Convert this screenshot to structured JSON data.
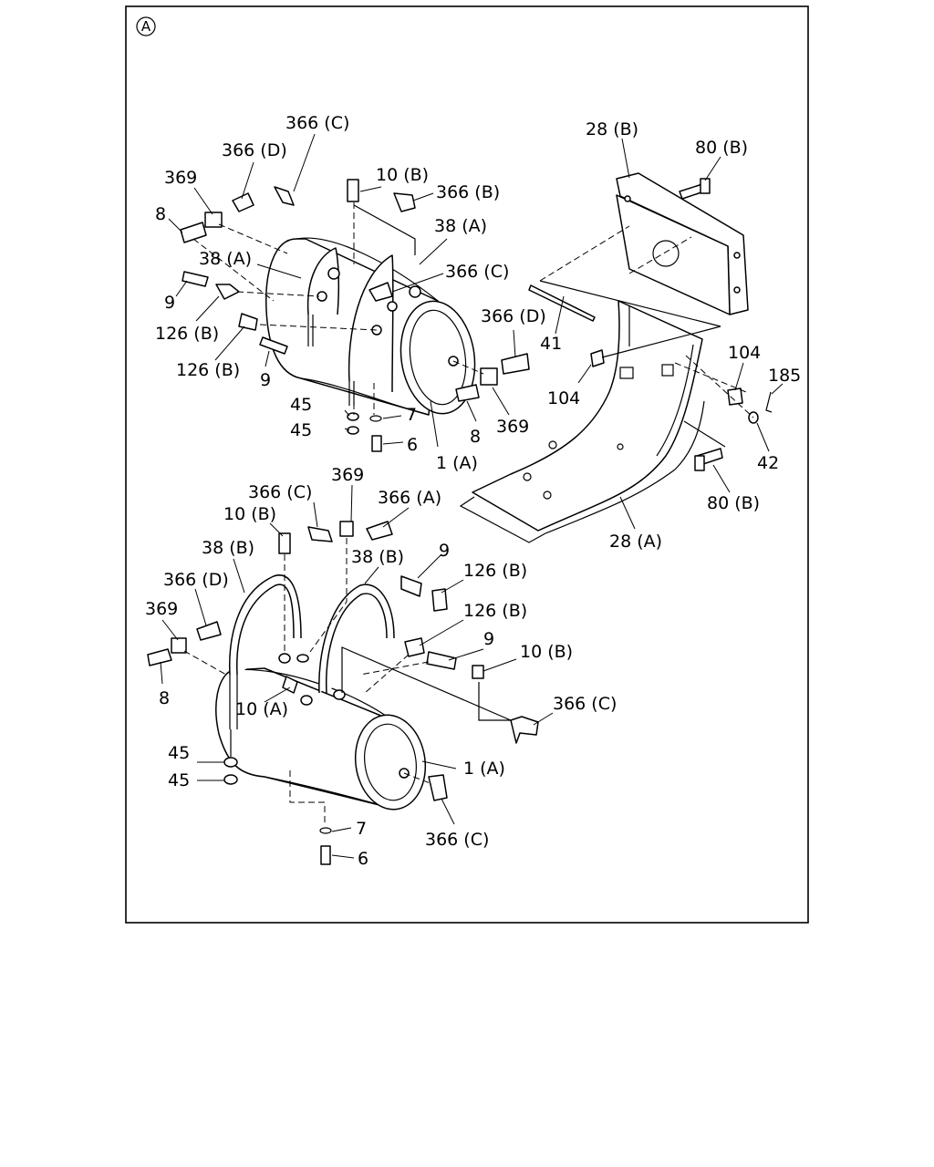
{
  "view_marker": "A",
  "labels": {
    "t1_366C": "366 (C)",
    "t1_366D": "366 (D)",
    "t1_369": "369",
    "t1_10B": "10 (B)",
    "t1_366B": "366 (B)",
    "t1_8": "8",
    "t1_38A_left": "38 (A)",
    "t1_38A_right": "38 (A)",
    "t1_366C_mid": "366 (C)",
    "t1_9_upper": "9",
    "t1_126B_upper": "126 (B)",
    "t1_126B_lower": "126 (B)",
    "t1_9_lower": "9",
    "t1_366D_end": "366 (D)",
    "t1_41": "41",
    "t1_8_end": "8",
    "t1_369_end": "369",
    "t1_45_a": "45",
    "t1_45_b": "45",
    "t1_7": "7",
    "t1_6": "6",
    "t1_1A": "1 (A)",
    "br_28B": "28 (B)",
    "br_80B_top": "80 (B)",
    "br_104_left": "104",
    "br_104_right": "104",
    "br_185": "185",
    "br_42": "42",
    "br_80B_bottom": "80 (B)",
    "br_28A": "28 (A)",
    "t2_369_top": "369",
    "t2_366C_top": "366 (C)",
    "t2_366A": "366 (A)",
    "t2_10B_top": "10 (B)",
    "t2_38B_left": "38 (B)",
    "t2_38B_right": "38 (B)",
    "t2_9_top": "9",
    "t2_366D": "366 (D)",
    "t2_126B_a": "126 (B)",
    "t2_126B_b": "126 (B)",
    "t2_369_left": "369",
    "t2_9_mid": "9",
    "t2_10B_right": "10 (B)",
    "t2_8": "8",
    "t2_10A": "10 (A)",
    "t2_366C_right": "366 (C)",
    "t2_45_a": "45",
    "t2_45_b": "45",
    "t2_1A": "1 (A)",
    "t2_7": "7",
    "t2_366C_bottom": "366 (C)",
    "t2_6": "6"
  }
}
